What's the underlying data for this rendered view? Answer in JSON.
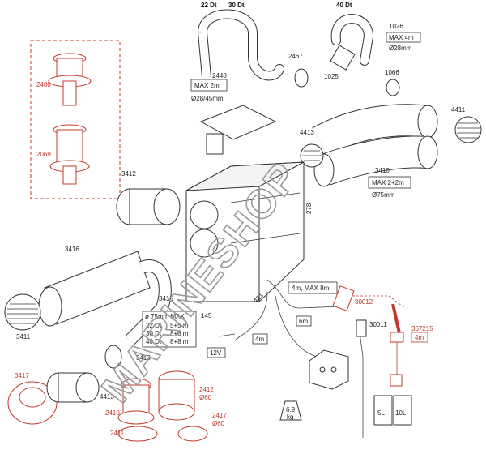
{
  "diagram": {
    "watermark": "MARINESHOP",
    "part_labels": {
      "p2448": "2448",
      "p2467": "2467",
      "p1026": "1026",
      "p1025": "1025",
      "p1066": "1066",
      "p4411": "4411",
      "p4413": "4413",
      "p3410": "3410",
      "p3412": "3412",
      "p3416": "3416",
      "p3411": "3411",
      "p3413": "3413",
      "p3417": "3417",
      "p4413b": "4413",
      "p2410": "2410",
      "p2411": "2411",
      "p2412": "2412",
      "p2417": "2417",
      "p2480": "2480",
      "p2069": "2069",
      "p3415": "3415",
      "p30012": "30012",
      "p30011": "30011",
      "p367215": "367215"
    },
    "angles": {
      "a22": "22 Dt",
      "a30": "30 Dt",
      "a40": "40 Dt",
      "d60a": "Ø60",
      "d60b": "Ø60"
    },
    "spec_boxes": {
      "max2m": "MAX 2m",
      "d2845": "Ø28/45mm",
      "max4m": "MAX 4m",
      "d28": "Ø28mm",
      "max22m": "MAX 2+2m",
      "d75": "Ø75mm",
      "m4_max8m": "4m, MAX 8m",
      "m6": "6m",
      "m4": "4m",
      "v12": "12V",
      "kg_weight": "6.9",
      "kg_unit": "kg",
      "can5l": "5L",
      "can10l": "10L",
      "red_4m": "4m"
    },
    "dimensions": {
      "height": "278",
      "width": "145",
      "depth": "421"
    },
    "duct_table": {
      "header": "ø 75mm MAX",
      "rows": [
        {
          "angle": "22 Dt",
          "len": "5+5 m"
        },
        {
          "angle": "30 Dt",
          "len": "8+8 m"
        },
        {
          "angle": "40 Dt",
          "len": "8+8 m"
        }
      ]
    },
    "colors": {
      "line": "#333333",
      "accessory": "#c0392b",
      "watermark": "#9a9a9a"
    }
  }
}
